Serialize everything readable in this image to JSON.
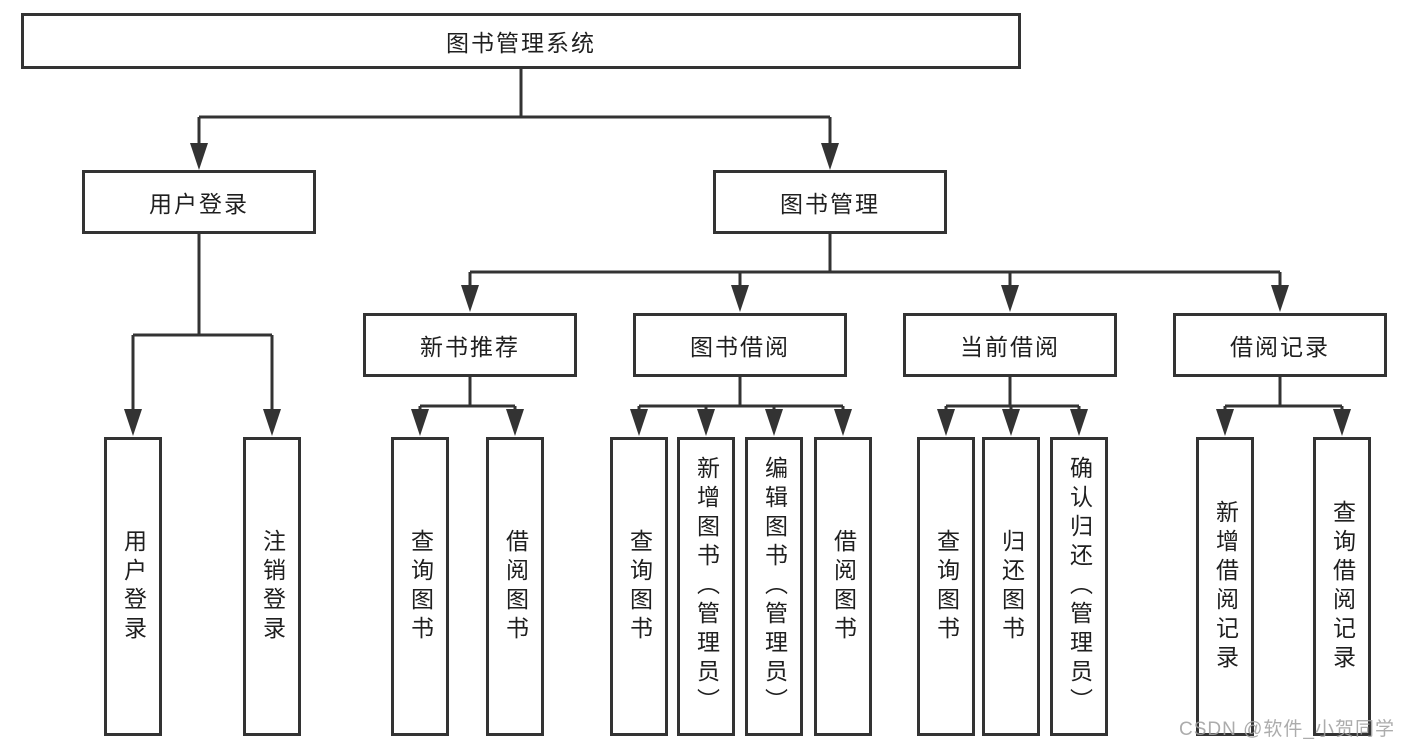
{
  "diagram": {
    "title": "图书管理系统",
    "watermark": "CSDN @软件_小贺同学",
    "colors": {
      "background": "#ffffff",
      "line": "#333333",
      "box_border": "#333333",
      "box_fill": "#ffffff",
      "text": "#1f1f1f",
      "watermark": "#a0a0a0"
    },
    "root": {
      "label": "图书管理系统"
    },
    "level2": [
      {
        "label": "用户登录"
      },
      {
        "label": "图书管理"
      }
    ],
    "level3": [
      {
        "label": "新书推荐"
      },
      {
        "label": "图书借阅"
      },
      {
        "label": "当前借阅"
      },
      {
        "label": "借阅记录"
      }
    ],
    "leaves": {
      "user_login": [
        {
          "label": "用户登录"
        },
        {
          "label": "注销登录"
        }
      ],
      "new_book": [
        {
          "label": "查询图书"
        },
        {
          "label": "借阅图书"
        }
      ],
      "borrow": [
        {
          "label": "查询图书"
        },
        {
          "label": "新增图书（管理员）"
        },
        {
          "label": "编辑图书（管理员）"
        },
        {
          "label": "借阅图书"
        }
      ],
      "current": [
        {
          "label": "查询图书"
        },
        {
          "label": "归还图书"
        },
        {
          "label": "确认归还（管理员）"
        }
      ],
      "records": [
        {
          "label": "新增借阅记录"
        },
        {
          "label": "查询借阅记录"
        }
      ]
    }
  }
}
